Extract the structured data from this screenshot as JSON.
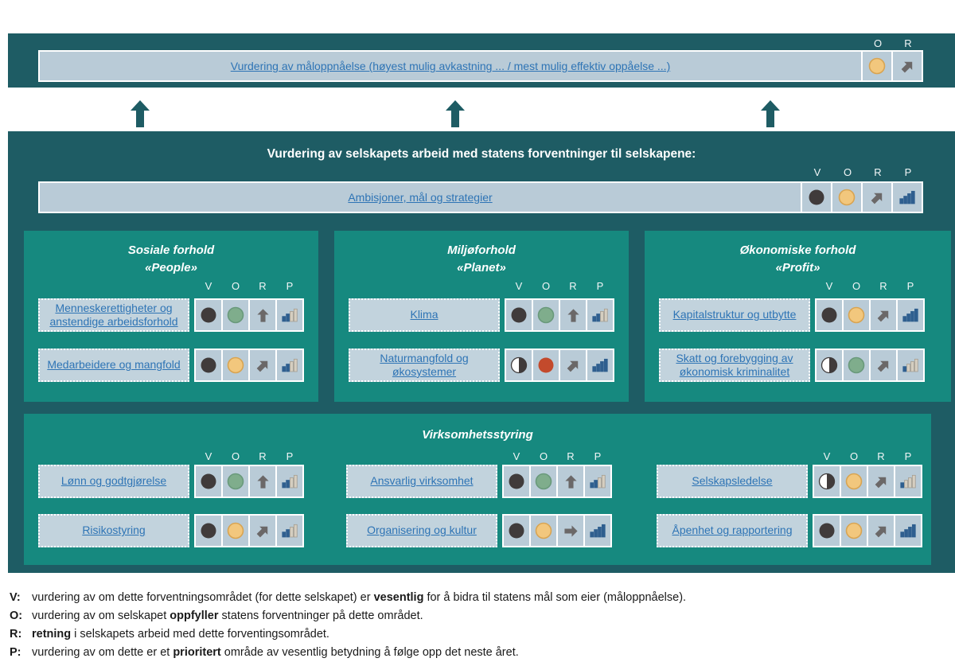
{
  "colors": {
    "dark_teal": "#1E5C64",
    "bright_teal": "#16897F",
    "cell_blue": "#B9CBD7",
    "label_blue": "#C2D3DD",
    "link_blue": "#2E74B5",
    "circle_dark": "#403B3B",
    "circle_green": "#7FAD8C",
    "circle_green_stroke": "#69997B",
    "circle_yellow": "#F2C77D",
    "circle_yellow_stroke": "#D8A452",
    "circle_red": "#C34A2C",
    "arrow_gray": "#6B6868",
    "bar_blue": "#2F5F8F",
    "bar_inactive": "#D5CEC0",
    "bar_inactive_stroke": "#A39C8F"
  },
  "vorp": [
    "V",
    "O",
    "R",
    "P"
  ],
  "top_bar": {
    "columns": [
      "O",
      "R"
    ],
    "row": {
      "label": "Vurdering av måloppnåelse (høyest mulig avkastning ... / mest mulig effektiv oppåelse ...)",
      "o": "yellow",
      "r": "up-right"
    }
  },
  "main_panel": {
    "title": "Vurdering av selskapets arbeid med statens forventninger til selskapene:",
    "row": {
      "label": "Ambisjoner, mål og strategier",
      "v": "filled",
      "o": "yellow",
      "r": "up-right",
      "p": 4
    }
  },
  "panels": [
    {
      "title": "Sosiale forhold",
      "subtitle": "«People»",
      "rows": [
        {
          "label": "Menneskerettigheter og anstendige arbeidsforhold",
          "v": "filled",
          "o": "green",
          "r": "up",
          "p": 2
        },
        {
          "label": "Medarbeidere og mangfold",
          "v": "filled",
          "o": "yellow",
          "r": "up-right",
          "p": 2
        }
      ]
    },
    {
      "title": "Miljøforhold",
      "subtitle": "«Planet»",
      "rows": [
        {
          "label": "Klima",
          "v": "filled",
          "o": "green",
          "r": "up",
          "p": 2
        },
        {
          "label": "Naturmangfold og økosystemer",
          "v": "half",
          "o": "red",
          "r": "up-right",
          "p": 4
        }
      ]
    },
    {
      "title": "Økonomiske forhold",
      "subtitle": "«Profit»",
      "rows": [
        {
          "label": "Kapitalstruktur og utbytte",
          "v": "filled",
          "o": "yellow",
          "r": "up-right",
          "p": 4
        },
        {
          "label": "Skatt og forebygging av økonomisk kriminalitet",
          "v": "half",
          "o": "green",
          "r": "up-right",
          "p": 1
        }
      ]
    }
  ],
  "governance": {
    "title": "Virksomhetsstyring",
    "columns": [
      {
        "rows": [
          {
            "label": "Lønn og godtgjørelse",
            "v": "filled",
            "o": "green",
            "r": "up",
            "p": 2
          },
          {
            "label": "Risikostyring",
            "v": "filled",
            "o": "yellow",
            "r": "up-right",
            "p": 2
          }
        ]
      },
      {
        "rows": [
          {
            "label": "Ansvarlig virksomhet",
            "v": "filled",
            "o": "green",
            "r": "up",
            "p": 2
          },
          {
            "label": "Organisering og kultur",
            "v": "filled",
            "o": "yellow",
            "r": "right",
            "p": 4
          }
        ]
      },
      {
        "rows": [
          {
            "label": "Selskapsledelse",
            "v": "half",
            "o": "yellow",
            "r": "up-right",
            "p": 1
          },
          {
            "label": "Åpenhet og rapportering",
            "v": "filled",
            "o": "yellow",
            "r": "up-right",
            "p": 4
          }
        ]
      }
    ]
  },
  "legend": [
    {
      "key": "V:",
      "pre": "vurdering av om dette forventningsområdet (for dette selskapet) er ",
      "bold": "vesentlig",
      "post": " for å bidra til statens mål som eier (måloppnåelse)."
    },
    {
      "key": "O:",
      "pre": "vurdering av om selskapet ",
      "bold": "oppfyller",
      "post": " statens forventninger på dette området."
    },
    {
      "key": "R:",
      "pre": "",
      "bold": "retning",
      "post": " i selskapets arbeid med dette forventingsområdet."
    },
    {
      "key": "P:",
      "pre": "vurdering av om dette er et ",
      "bold": "prioritert",
      "post": " område av vesentlig betydning å følge opp det neste året."
    }
  ]
}
